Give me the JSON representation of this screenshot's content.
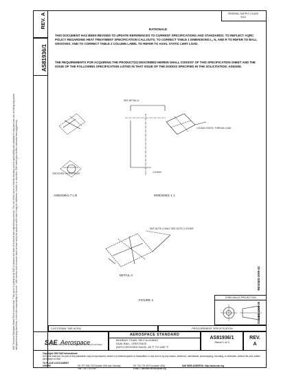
{
  "header": {
    "fsc_label": "FEDERAL SUPPLY CLASS",
    "fsc_value": "3110",
    "rev_label": "REV.",
    "rev_value": "A",
    "doc_number": "AS81936/1"
  },
  "rationale": {
    "title": "RATIONALE",
    "text": "THIS DOCUMENT HAS BEEN REVISED TO UPDATE REFERENCES TO CURRENT SPECIFICATIONS AND STANDARDS; TO REFLECT AQRC POLICY REGARDING HEAT TREATMENT SPECIFICATION CALLOUTS; TO CORRECT TABLE 1 DIMENSIONS L, N, AND R TO REFER TO BALL GROOVES; AND TO CORRECT TABLE 2 COLUMN LABEL TO REFER TO AXIAL STATIC LIMIT LOAD."
  },
  "requirements": {
    "text": "THE REQUIREMENTS FOR ACQUIRING THE PRODUCT(S) DESCRIBED HEREIN SHALL CONSIST OF THIS SPECIFICATION SHEET AND THE ISSUE OF THE FOLLOWING SPECIFICATION LISTED IN THAT ISSUE OF THE DODISS SPECIFIED IN THE SOLICITATION: AS81936."
  },
  "side_text": "SAE Technical Standards Board Rules provide that: \"This report is published by SAE to advance the state of technical and engineering sciences. The use of this report is entirely voluntary, and its applicability and suitability for any particular use, including any patent infringement arising therefrom, is the sole responsibility of the user.\" SAE reviews each technical report at least every five years at which time it may be reaffirmed, revised, or cancelled. SAE invites your written comments and suggestions.",
  "drawing": {
    "figure_label": "FIGURE 1",
    "left_view_label": "AS81936/1-7 L B",
    "center_view_label": "MS81936/1 1 1",
    "detail_label": "DETAIL A",
    "note_top": "SEE DETAIL A",
    "note_left": "GROOVED OUTER RACE",
    "note_right": "1.5 MAX STATIC THREAD LOAD",
    "note_bottom": "1.5 MAX",
    "note_detail": "SEE NOTE 4 ONLY SEE NOTE 4 OTHER"
  },
  "inspection": {
    "title": "THIRD ANGLE PROJECTION"
  },
  "issue": {
    "issued": "ISSUED  1996-05",
    "revised": "REVISED  2009-03"
  },
  "footer": {
    "custodian_label": "CUSTODIAN: SAE ACRQ",
    "procurement_label": "PROCUREMENT SPECIFICATION",
    "standard_label": "AEROSPACE STANDARD",
    "title_lines": [
      "BEARING, PLAIN, SELF-ALIGNING",
      "DUAL BALL, CRES RACE",
      "(WITH GROOVED RACE) -65 °F TO 1250 °F"
    ],
    "doc_number": "AS81936/1",
    "sheet": "Sheet 1 of 4",
    "rev_label": "REV.",
    "rev_value": "A",
    "logo_text": "Aerospace",
    "logo_prefix": "SAE",
    "logo_sub": "The Engineering Society For Advancing Mobility Land Sea Air and Space",
    "copyright": "Copyright 2009 SAE International",
    "rights": "All rights reserved. No part of this publication may be reproduced, stored in a retrieval system or transmitted, in any form or by any means, electronic, mechanical, photocopying, recording, or otherwise, without the prior written permission of SAE.",
    "order_label": "TO PLACE A DOCUMENT ORDER:",
    "phone1": "Tel: 877-606-7323 (inside USA and Canada)",
    "fax": "Fax: 724-776-0790",
    "phone2": "Tel: 724-776-4970 (outside USA)",
    "email": "Email: CustomerService@sae.org",
    "url": "SAE WEB ADDRESS: http://www.sae.org"
  }
}
